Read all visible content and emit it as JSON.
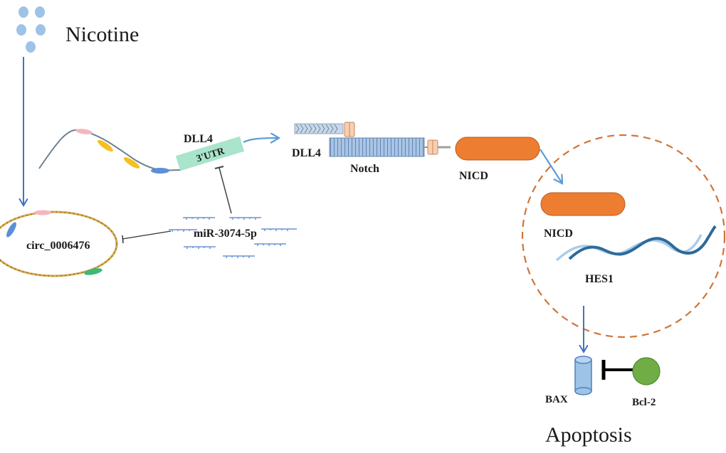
{
  "diagram": {
    "nicotine_label": "Nicotine",
    "dll4_gene_label": "DLL4",
    "utr_label": "3'UTR",
    "dll4_protein_label": "DLL4",
    "notch_label": "Notch",
    "nicd_label": "NICD",
    "nicd_nucleus_label": "NICD",
    "hes1_label": "HES1",
    "circ_label": "circ_0006476",
    "mir_label": "miR-3074-5p",
    "bax_label": "BAX",
    "bcl2_label": "Bcl-2",
    "apoptosis_label": "Apoptosis"
  },
  "colors": {
    "arrow_blue": "#4472c4",
    "light_blue": "#9dc3e6",
    "orange": "#ed7d31",
    "green": "#70ad47",
    "utr_green": "#a9e4cc",
    "circ_gold": "#d6a94a",
    "mrna_gray": "#6d7f8f",
    "hes1_dark": "#2e6a99",
    "hes1_light": "#a9cdec"
  }
}
